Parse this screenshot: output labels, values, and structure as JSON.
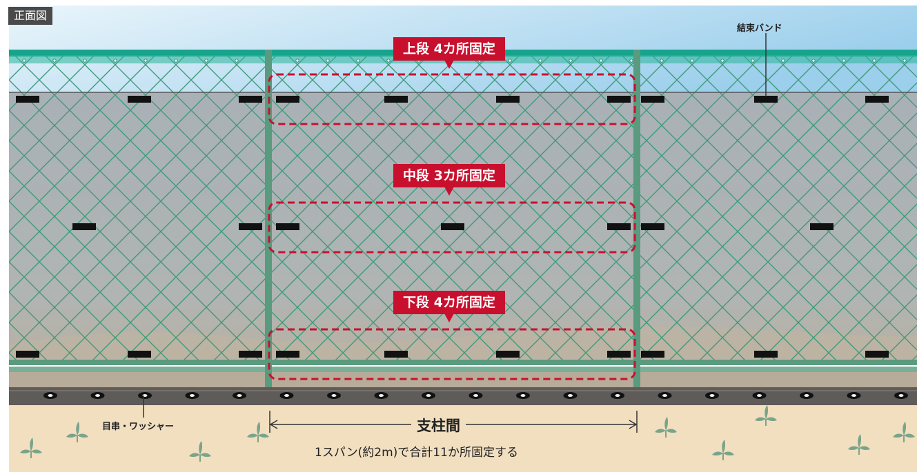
{
  "view_label": "正面図",
  "callouts": {
    "band": "結束バンド",
    "washer": "目串・ワッシャー"
  },
  "tiers": {
    "top": "上段 4カ所固定",
    "middle": "中段 3カ所固定",
    "bottom": "下段 4カ所固定"
  },
  "span": {
    "title": "支柱間",
    "description": "1スパン(約2m)で合計11か所固定する"
  },
  "colors": {
    "accent_red": "#c8102e",
    "post_green": "#5a9a7e",
    "rail_teal": "#17a48c",
    "sheet_gray": "#a8b0b4",
    "ground_sand": "#f1dfc0"
  }
}
